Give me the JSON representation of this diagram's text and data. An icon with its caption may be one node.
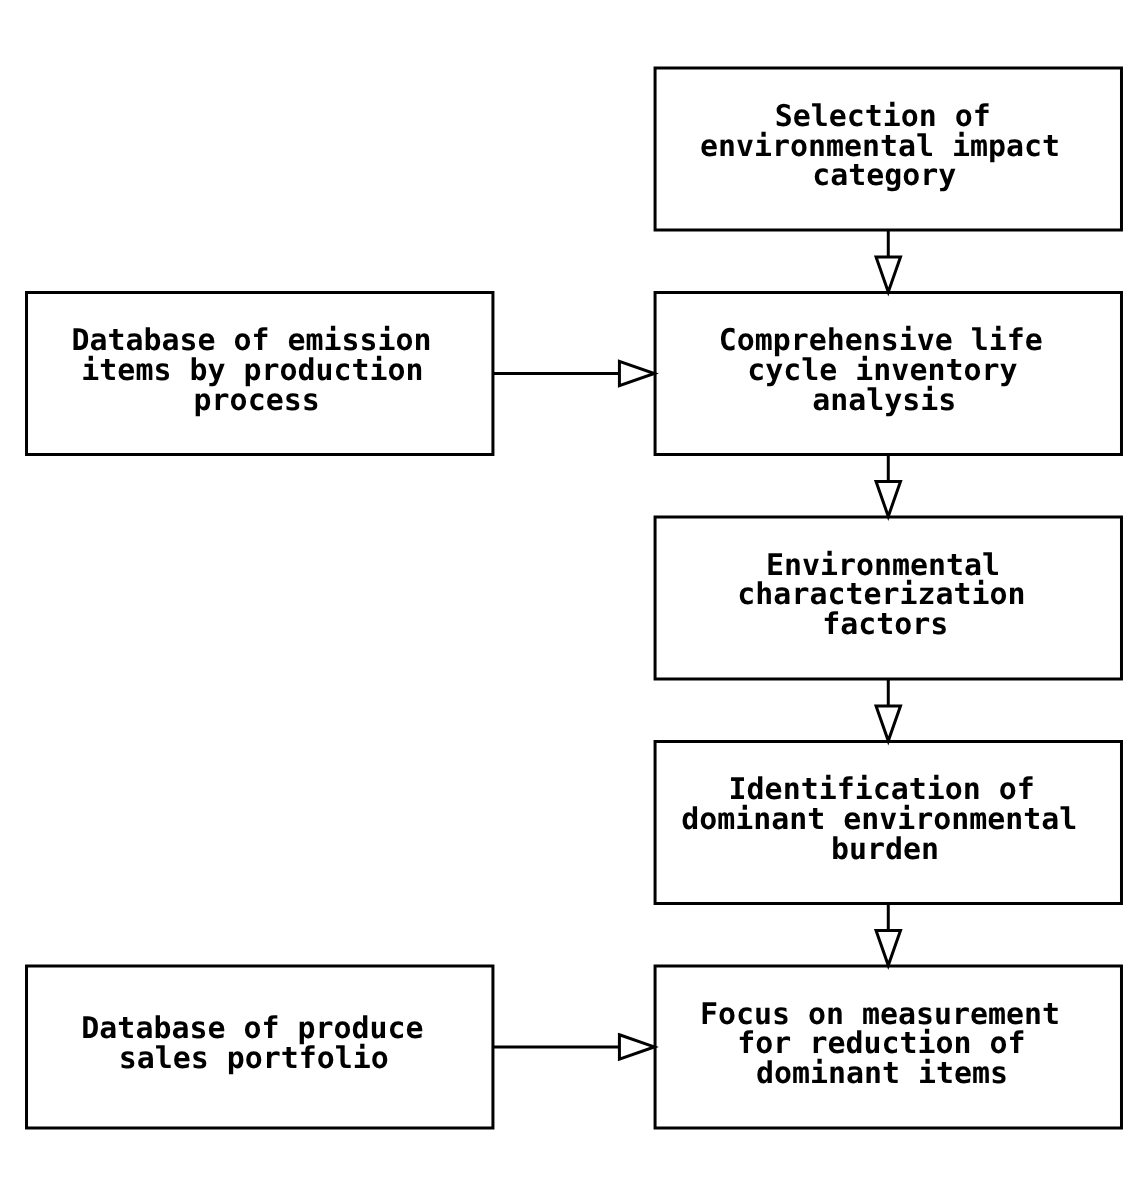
{
  "diagram": {
    "nodes": [
      {
        "text": [
          "Selection of environmental impact category"
        ]
      },
      {
        "text": [
          "Comprehensive life cycle inventory analysis"
        ]
      },
      {
        "text": [
          "Environmental characterization factors"
        ]
      },
      {
        "text": [
          "Identification of dominant environmental burden"
        ]
      },
      {
        "text": [
          "Focus on measurement for reduction of dominant items"
        ]
      },
      {
        "text": [
          "Database of emission items by production process"
        ]
      },
      {
        "text": [
          "Database of produce sales portfolio"
        ]
      }
    ],
    "edges": [
      {
        "from": 0,
        "to": 1,
        "arrow": "to"
      },
      {
        "from": 1,
        "to": 2,
        "arrow": "to"
      },
      {
        "from": 2,
        "to": 3,
        "arrow": "to"
      },
      {
        "from": 3,
        "to": 4,
        "arrow": "to"
      },
      {
        "from": 5,
        "to": 1,
        "arrow": "to"
      },
      {
        "from": 6,
        "to": 4,
        "arrow": "to"
      }
    ]
  }
}
